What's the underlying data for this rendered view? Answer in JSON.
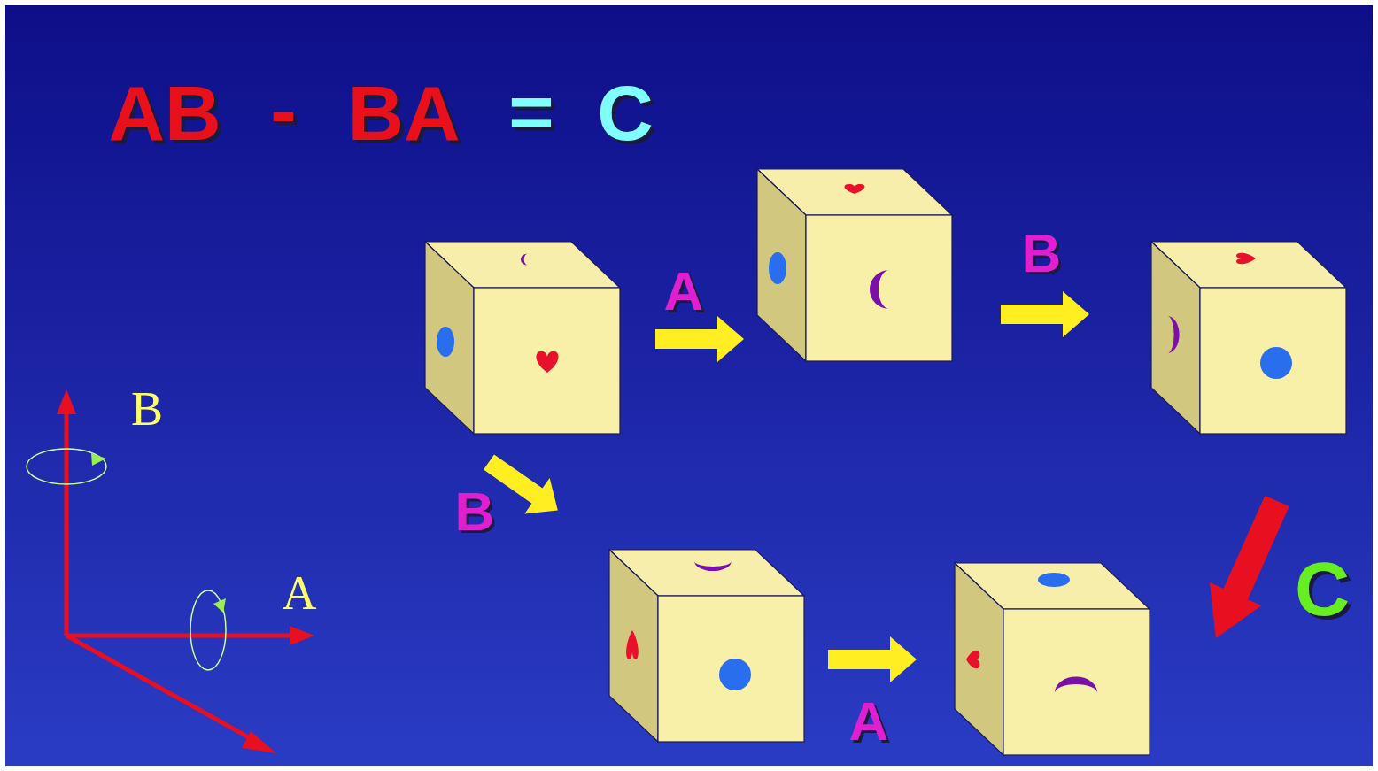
{
  "diagram": {
    "labels": [
      "AB",
      "-",
      "BA",
      "=",
      "C",
      "A",
      "B",
      "B",
      "A",
      "C",
      "B",
      "A"
    ]
  }
}
